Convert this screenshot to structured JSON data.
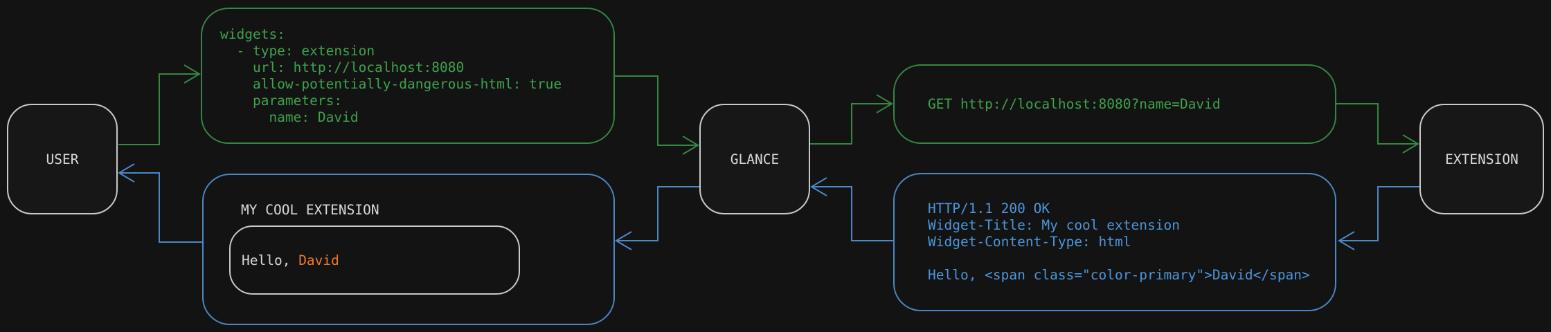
{
  "colors": {
    "background": "#131313",
    "green": "#3FA24E",
    "green_border": "#358743",
    "blue": "#4D96DC",
    "blue_border": "#4C88C4",
    "neutral_border": "#C9C9C9",
    "neutral_text": "#D9D9D9",
    "orange": "#EA7A28"
  },
  "nodes": {
    "user": "USER",
    "glance": "GLANCE",
    "extension": "EXTENSION"
  },
  "config_box": {
    "lines": [
      "widgets:",
      "  - type: extension",
      "    url: http://localhost:8080",
      "    allow-potentially-dangerous-html: true",
      "    parameters:",
      "      name: David"
    ]
  },
  "request_box": {
    "text": "GET http://localhost:8080?name=David"
  },
  "response_box": {
    "lines": [
      "HTTP/1.1 200 OK",
      "Widget-Title: My cool extension",
      "Widget-Content-Type: html",
      "",
      "Hello, <span class=\"color-primary\">David</span>"
    ]
  },
  "widget_box": {
    "title": "MY COOL EXTENSION",
    "greeting_prefix": "Hello, ",
    "greeting_name": "David"
  }
}
